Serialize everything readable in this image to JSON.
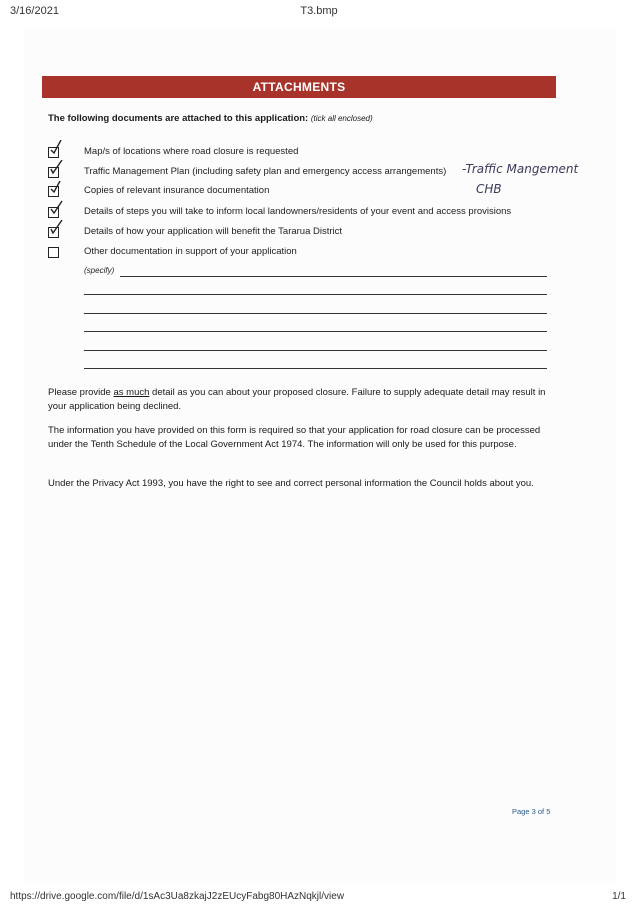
{
  "browser": {
    "date": "3/16/2021",
    "title": "T3.bmp",
    "url": "https://drive.google.com/file/d/1sAc3Ua8zkajJ2zEUcyFabg80HAzNqkjl/view",
    "page_count": "1/1"
  },
  "form": {
    "banner": "ATTACHMENTS",
    "intro_bold": "The following documents are attached to this application:",
    "intro_note": "(tick all enclosed)",
    "items": [
      {
        "label": "Map/s of locations where road closure is requested",
        "checked": true
      },
      {
        "label": "Traffic Management Plan (including safety plan and emergency access arrangements)",
        "checked": true
      },
      {
        "label": "Copies of relevant insurance documentation",
        "checked": true
      },
      {
        "label": "Details of steps you will take to inform local landowners/residents of your event and access provisions",
        "checked": true
      },
      {
        "label": "Details of how your application will benefit the Tararua District",
        "checked": true
      },
      {
        "label": "Other documentation in support of your application",
        "checked": false
      }
    ],
    "handwriting_1": "-Traffic Mangement",
    "handwriting_2": "CHB",
    "specify_label": "(specify)",
    "para1_a": "Please provide ",
    "para1_u": "as much",
    "para1_b": " detail as you can about your proposed closure. Failure to supply adequate detail may result in your application being declined.",
    "para2": "The information you have provided on this form is required so that your application for road closure can be processed under the Tenth Schedule of the Local Government Act 1974.  The information will only be used for this purpose.",
    "para3": "Under the Privacy Act 1993, you have the right to see and correct personal information the Council holds about you.",
    "page_label": "Page 3 of 5"
  },
  "colors": {
    "banner": "#a8332b",
    "page_number": "#2a5a8a"
  }
}
